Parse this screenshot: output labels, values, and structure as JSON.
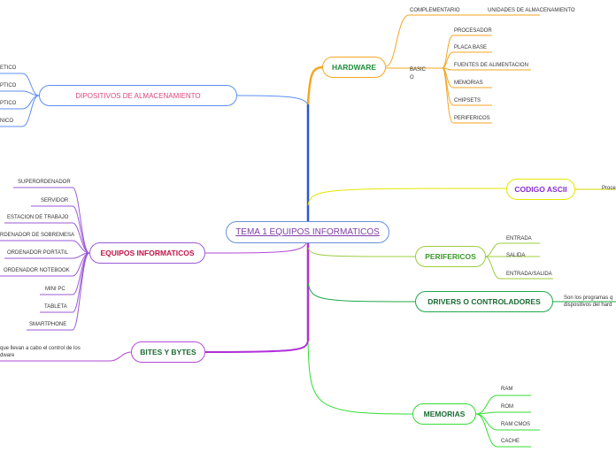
{
  "center": {
    "title": "TEMA 1 EQUIPOS INFORMATICOS"
  },
  "hardware": {
    "label": "HARDWARE",
    "complementario": "COMPLEMENTARIO",
    "unidades": "UNIDADES DE ALMACENAMIENTO",
    "basico_line1": "BASIC",
    "basico_line2": "O",
    "items": [
      "PROCESADOR",
      "PLACA BASE",
      "FUENTES DE ALIMENTACION",
      "MEMORIAS",
      "CHIPSETS",
      "PERIFERICOS"
    ]
  },
  "codigo_ascii": {
    "label": "CODIGO ASCII",
    "note": "Proce"
  },
  "perifericos": {
    "label": "PERIFERICOS",
    "items": [
      "ENTRADA",
      "SALIDA",
      "ENTRADA/SALIDA"
    ]
  },
  "drivers": {
    "label": "DRIVERS O CONTROLADORES",
    "note_line1": "Son los programas q",
    "note_line2": "dispositivos del hard"
  },
  "memorias": {
    "label": "MEMORIAS",
    "items": [
      "RAM",
      "ROM",
      "RAM CMOS",
      "CACHE"
    ]
  },
  "dispositivos": {
    "label": "DIPOSITIVOS DE ALMACENAMIENTO",
    "items": [
      "ETICO",
      "PTICO",
      "PTICO",
      "NICO"
    ]
  },
  "equipos": {
    "label": "EQUIPOS INFORMATICOS",
    "items": [
      "SUPERORDENADOR",
      "SERVIDOR",
      "ESTACION DE TRABAJO",
      "RDENADOR DE SOBREMESA",
      "ORDENADOR PORTATIL",
      "ORDENADOR NOTEBOOK",
      "MINI PC",
      "TABLETA",
      "SMARTPHONE"
    ]
  },
  "bites": {
    "label": "BITES Y BYTES",
    "note_line1": "que llevan a cabo el control de los",
    "note_line2": "dware"
  },
  "colors": {
    "hardware": "#f5a623",
    "codigo": "#d4d400",
    "perifericos": "#9ccc3c",
    "drivers": "#1fa84a",
    "memorias": "#33dd33",
    "dispositivos": "#5b8ff0",
    "equipos": "#9a5ad6",
    "bites": "#b24ad6",
    "trunk_top": "#2b56d6",
    "trunk_bottom": "#b030d8"
  }
}
